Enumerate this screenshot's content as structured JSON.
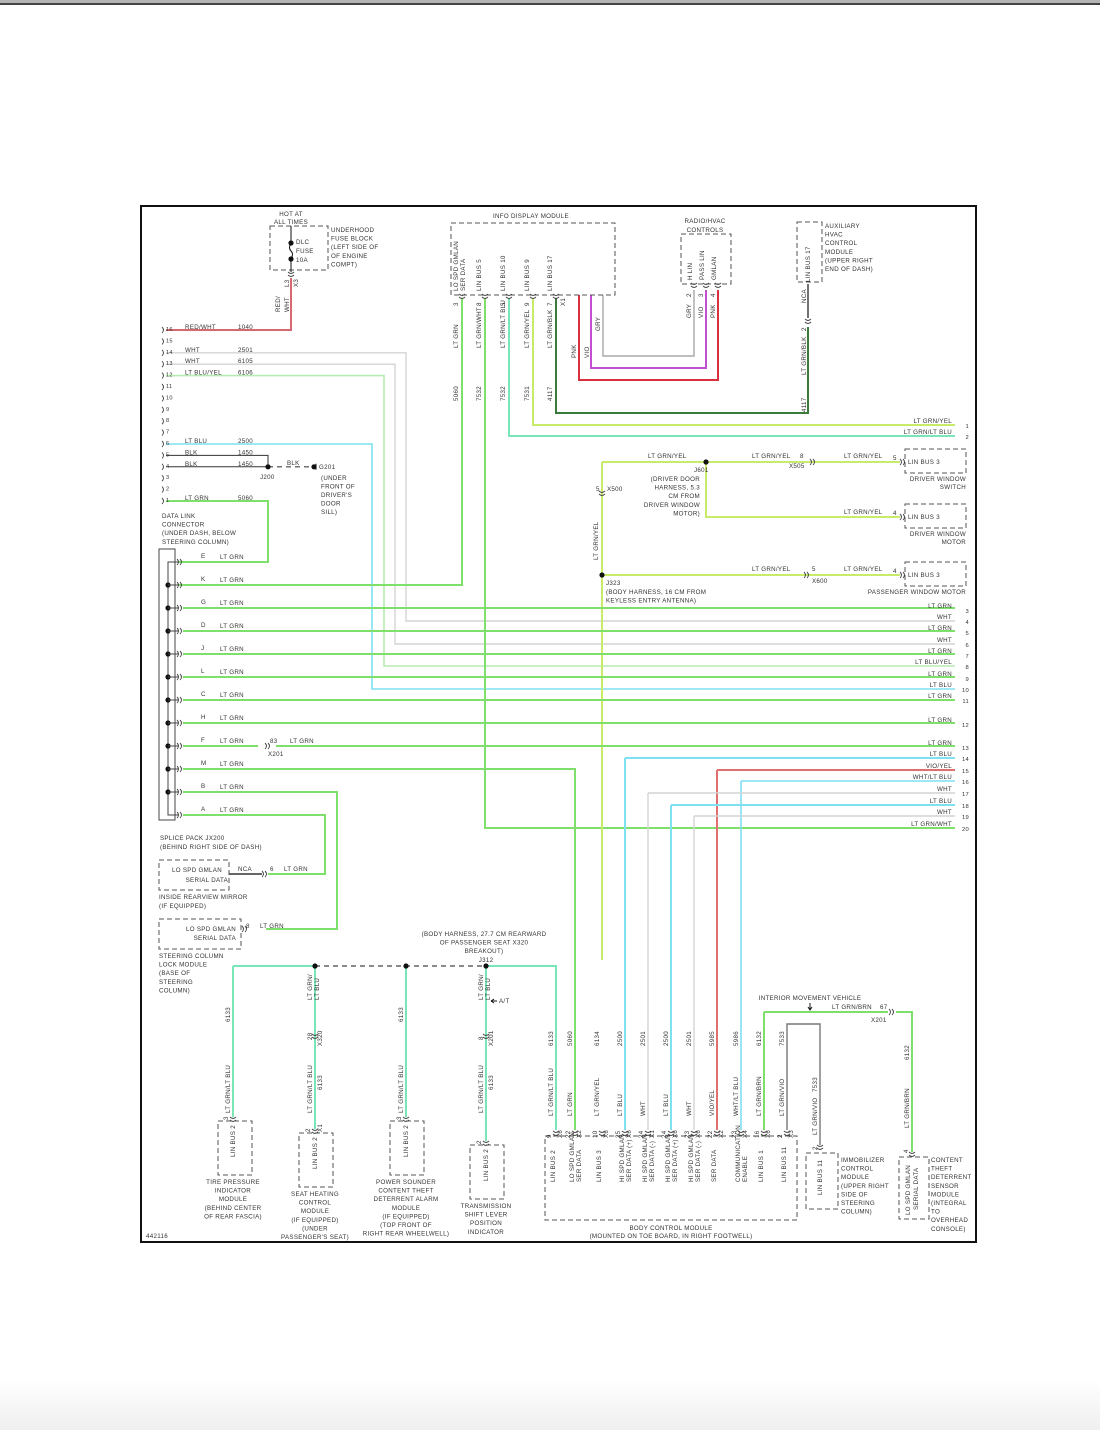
{
  "diagram_id": "442116",
  "colors": {
    "lt_grn": "#7ee06a",
    "lt_grn_yel": "#c8ec6a",
    "lt_grn_lt_blu": "#7ae6b8",
    "lt_blu": "#7ee0f0",
    "wht": "#d4d4d4",
    "red_wht": "#d86870",
    "pnk": "#d8303e",
    "vio": "#c050d0",
    "gry": "#a8a8a8",
    "lt_grn_blk": "#3a7a3a",
    "vio_yel": "#e07070",
    "blk": "#333333",
    "lt_grn_vio": "#777777",
    "lt_blu_yel": "#b6ecb0"
  },
  "fuse_block": {
    "hot": "HOT AT",
    "hot2": "ALL TIMES",
    "fuse_name": "DLC",
    "fuse_word": "FUSE",
    "fuse_rating": "10A",
    "desc": [
      "UNDERHOOD",
      "FUSE BLOCK",
      "(LEFT SIDE OF",
      "OF ENGINE",
      "COMPT)"
    ],
    "pin": "L3",
    "conn": "X3",
    "wire_color": "RED/",
    "wire_color2": "WHT"
  },
  "dlc": {
    "pins": [
      "16",
      "15",
      "14",
      "13",
      "12",
      "11",
      "10",
      "9",
      "8",
      "7",
      "6",
      "5",
      "4",
      "3",
      "2",
      "1"
    ],
    "wires": [
      {
        "pin": "16",
        "color": "RED/WHT",
        "circuit": "1040"
      },
      {
        "pin": "14",
        "color": "WHT",
        "circuit": "2501"
      },
      {
        "pin": "13",
        "color": "WHT",
        "circuit": "6105"
      },
      {
        "pin": "12",
        "color": "LT BLU/YEL",
        "circuit": "6106"
      },
      {
        "pin": "6",
        "color": "LT BLU",
        "circuit": "2500"
      },
      {
        "pin": "5",
        "color": "BLK",
        "circuit": "1450"
      },
      {
        "pin": "4",
        "color": "BLK",
        "circuit": "1450"
      },
      {
        "pin": "1",
        "color": "LT GRN",
        "circuit": "5060"
      }
    ],
    "desc": [
      "DATA LINK",
      "CONNECTOR",
      "(UNDER DASH, BELOW",
      "STEERING COLUMN)"
    ],
    "splice": "J200",
    "ground_wire": "BLK",
    "ground": "G201",
    "ground_desc": [
      "(UNDER",
      "FRONT OF",
      "DRIVER'S",
      "DOOR",
      "SILL)"
    ]
  },
  "info_display": {
    "title": "INFO DISPLAY MODULE",
    "pins": [
      {
        "label": "LO SPD GMLAN",
        "label2": "SER DATA",
        "pin": "3",
        "color": "LT GRN",
        "circuit": "5060"
      },
      {
        "label": "LIN BUS 5",
        "pin": "8",
        "color": "LT GRN/WHT",
        "circuit": "7532"
      },
      {
        "label": "LIN BUS 10",
        "pin": "5",
        "color": "LT GRN/LT BLU",
        "circuit": "7532"
      },
      {
        "label": "LIN BUS 9",
        "pin": "9",
        "color": "LT GRN/YEL",
        "circuit": "7531"
      },
      {
        "label": "LIN BUS 17",
        "pin": "7",
        "color": "LT GRN/BLK",
        "circuit": "4117"
      }
    ],
    "conn": "X1",
    "extra_wires": [
      "PNK",
      "VIO",
      "GRY"
    ]
  },
  "radio": {
    "title": "RADIO/HVAC",
    "title2": "CONTROLS",
    "pins": [
      {
        "label": "H LIN",
        "pin": "2",
        "color": "GRY"
      },
      {
        "label": "PASS LIN",
        "pin": "3",
        "color": "VIO"
      },
      {
        "label": "GMLAN",
        "pin": "4",
        "color": "PNK"
      }
    ]
  },
  "aux_hvac": {
    "desc": [
      "AUXILIARY",
      "HVAC",
      "CONTROL",
      "MODULE",
      "(UPPER RIGHT",
      "END OF DASH)"
    ],
    "pin_label": "LIN BUS 17",
    "wire_top": "NCA",
    "pin": "2",
    "color": "LT GRN/BLK",
    "circuit": "4117"
  },
  "right_edge": [
    {
      "n": "1",
      "label": "LT GRN/YEL"
    },
    {
      "n": "2",
      "label": "LT GRN/LT BLU"
    },
    {
      "n": "3",
      "label": "LT GRN"
    },
    {
      "n": "4",
      "label": "WHT"
    },
    {
      "n": "5",
      "label": "LT GRN"
    },
    {
      "n": "6",
      "label": "WHT"
    },
    {
      "n": "7",
      "label": "LT GRN"
    },
    {
      "n": "8",
      "label": "LT BLU/YEL"
    },
    {
      "n": "9",
      "label": "LT GRN"
    },
    {
      "n": "10",
      "label": "LT BLU"
    },
    {
      "n": "11",
      "label": "LT GRN"
    },
    {
      "n": "12",
      "label": "LT GRN"
    },
    {
      "n": "13",
      "label": "LT GRN"
    },
    {
      "n": "14",
      "label": "LT BLU"
    },
    {
      "n": "15",
      "label": "VIO/YEL"
    },
    {
      "n": "16",
      "label": "WHT/LT BLU"
    },
    {
      "n": "17",
      "label": "WHT"
    },
    {
      "n": "18",
      "label": "LT BLU"
    },
    {
      "n": "19",
      "label": "WHT"
    },
    {
      "n": "20",
      "label": "LT GRN/WHT"
    }
  ],
  "window": {
    "j601": "J601",
    "j601_desc": [
      "(DRIVER DOOR",
      "HARNESS, 5.3",
      "CM FROM",
      "DRIVER WINDOW",
      "MOTOR)"
    ],
    "j323": "J323",
    "j323_desc": [
      "(BODY HARNESS, 16 CM FROM",
      "KEYLESS ENTRY ANTENNA)"
    ],
    "x500_pin": "5",
    "x500": "X500",
    "vertical_color": "LT GRN/YEL",
    "wire": "LT GRN/YEL",
    "x505_pin": "8",
    "x505": "X505",
    "x600_pin": "5",
    "x600": "X600",
    "modules": [
      {
        "label": "LIN BUS 3",
        "pin": "5",
        "name": "DRIVER WINDOW",
        "name2": "SWITCH"
      },
      {
        "label": "LIN BUS 3",
        "pin": "4",
        "name": "DRIVER WINDOW",
        "name2": "MOTOR"
      },
      {
        "label": "LIN BUS 3",
        "pin": "4",
        "name": "PASSENGER WINDOW MOTOR",
        "name2": ""
      }
    ]
  },
  "splice_pack": {
    "pins": [
      "E",
      "K",
      "G",
      "D",
      "J",
      "L",
      "C",
      "H",
      "F",
      "M",
      "B",
      "A"
    ],
    "wire": "LT GRN",
    "x201_pin": "83",
    "x201": "X201",
    "desc": "SPLICE PACK JX200",
    "desc2": "(BEHIND RIGHT SIDE OF DASH)"
  },
  "mirror": {
    "label": "LO SPD GMLAN",
    "label2": "SERIAL DATA",
    "nca": "NCA",
    "pin": "6",
    "wire": "LT GRN",
    "desc": "INSIDE REARVIEW MIRROR",
    "desc2": "(IF EQUIPPED)"
  },
  "steering_lock": {
    "label": "LO SPD GMLAN",
    "label2": "SERIAL DATA",
    "pin": "8",
    "wire": "LT GRN",
    "desc": [
      "STEERING COLUMN",
      "LOCK MODULE",
      "(BASE OF",
      "STEERING",
      "COLUMN)"
    ]
  },
  "j312": {
    "name": "J312",
    "desc": [
      "(BODY HARNESS, 27.7 CM REARWARD",
      "OF PASSENGER SEAT X320",
      "BREAKOUT)"
    ],
    "at": "A/T"
  },
  "lin2_modules": [
    {
      "circuit": "6133",
      "color": "LT GRN/LT BLU",
      "pin": "3",
      "label": "LIN BUS 2",
      "name": [
        "TIRE PRESSURE",
        "INDICATOR",
        "MODULE",
        "(BEHIND CENTER",
        "OF REAR FASCIA)"
      ]
    },
    {
      "circuit": "6133",
      "color_top": "LT GRN/",
      "color_top2": "LT BLU",
      "conn_pin": "28",
      "conn": "X320",
      "color": "LT GRN/LT BLU",
      "pin": "2",
      "conn2": "X1",
      "label": "LIN BUS 2",
      "name": [
        "SEAT HEATING",
        "CONTROL",
        "MODULE",
        "(IF EQUIPPED)",
        "(UNDER",
        "PASSENGER'S SEAT)"
      ]
    },
    {
      "circuit": "6133",
      "color": "LT GRN/LT BLU",
      "pin": "3",
      "label": "LIN BUS 2",
      "name": [
        "POWER SOUNDER",
        "CONTENT THEFT",
        "DETERRENT ALARM",
        "MODULE",
        "(IF EQUIPPED)",
        "(TOP FRONT OF",
        "RIGHT REAR WHEELWELL)"
      ]
    },
    {
      "circuit": "6133",
      "color_top": "LT GRN/",
      "color_top2": "LT BLU",
      "conn_pin": "8",
      "conn": "X201",
      "color": "LT GRN/LT BLU",
      "pin": "2",
      "label": "LIN BUS 2",
      "name": [
        "TRANSMISSION",
        "SHIFT LEVER",
        "POSITION",
        "INDICATOR"
      ]
    }
  ],
  "bcm": {
    "title": "BODY CONTROL MODULE",
    "title2": "(MOUNTED ON TOE BOARD, IN RIGHT FOOTWELL)",
    "pins": [
      {
        "circuit": "6133",
        "color": "LT GRN/LT BLU",
        "pin": "9",
        "conn": "X6",
        "label": "LIN BUS 2"
      },
      {
        "circuit": "5060",
        "color": "LT GRN",
        "pin": "22",
        "conn": "X2",
        "label": "LO SPD GMLAN",
        "label2": "SER DATA"
      },
      {
        "circuit": "6134",
        "color": "LT GRN/YEL",
        "pin": "10",
        "conn": "X6",
        "label": "LIN BUS 3"
      },
      {
        "circuit": "2500",
        "color": "LT BLU",
        "pin": "25",
        "conn": "X6",
        "label": "HI SPD GMLAN",
        "label2": "SER DATA (+)"
      },
      {
        "circuit": "2501",
        "color": "WHT",
        "pin": "24",
        "conn": "X1",
        "label": "HI SPD GMLAN",
        "label2": "SER DATA (-)"
      },
      {
        "circuit": "2500",
        "color": "LT BLU",
        "pin": "24",
        "conn": "X6",
        "label": "HI SPD GMLAN",
        "label2": "SER DATA (+)"
      },
      {
        "circuit": "2501",
        "color": "WHT",
        "pin": "23",
        "conn": "X6",
        "label": "HI SPD GMLAN",
        "label2": "SER DATA (-)"
      },
      {
        "circuit": "5985",
        "color": "VIO/YEL",
        "pin": "22",
        "conn": "X2",
        "label": "SER DATA"
      },
      {
        "circuit": "5986",
        "color": "WHT/LT BLU",
        "pin": "23",
        "conn": "X4",
        "label": "COMMUNICATION",
        "label2": "ENABLE"
      },
      {
        "circuit": "6132",
        "color": "LT GRN/BRN",
        "pin": "16",
        "conn": "X6",
        "label": "LIN BUS 1"
      },
      {
        "circuit": "7533",
        "color": "LT GRN/VIO",
        "pin": "2",
        "conn": "X3",
        "label": "LIN BUS 11"
      }
    ]
  },
  "interior": {
    "title": "INTERIOR MOVEMENT VEHICLE",
    "wire": "LT GRN/BRN",
    "x201_pin": "67",
    "x201": "X201"
  },
  "immobilizer": {
    "circuit": "7533",
    "color": "LT GRN/VIO",
    "pin": "2",
    "label": "LIN BUS 11",
    "desc": [
      "IMMOBILIZER",
      "CONTROL",
      "MODULE",
      "(UPPER RIGHT",
      "SIDE OF",
      "STEERING",
      "COLUMN)"
    ]
  },
  "theft_sensor": {
    "circuit": "6132",
    "color": "LT GRN/BRN",
    "pin": "4",
    "label": "LO SPD GMLAN",
    "label2": "SERIAL DATA",
    "desc": [
      "CONTENT",
      "THEFT",
      "DETERRENT",
      "SENSOR",
      "MODULE",
      "(INTEGRAL",
      "TO",
      "OVERHEAD",
      "CONSOLE)"
    ]
  }
}
